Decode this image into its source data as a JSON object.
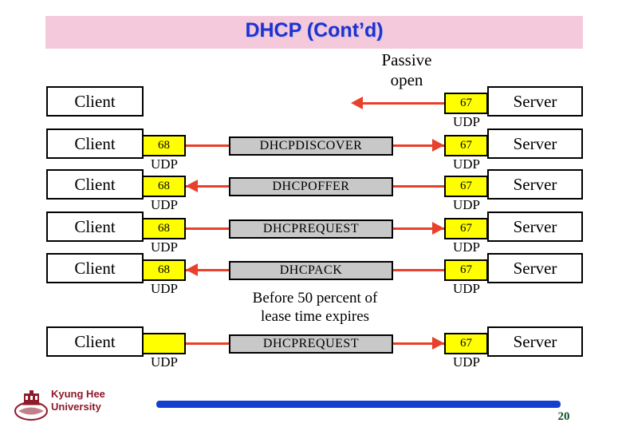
{
  "slide": {
    "title": "DHCP (Cont’d)",
    "title_color": "#2031d0",
    "title_band_color": "#f4c9dc"
  },
  "diagram": {
    "client_label": "Client",
    "server_label": "Server",
    "udp_label": "UDP",
    "client_port": "68",
    "server_port": "67",
    "arrow_color": "#e8402a",
    "port_box_color": "#ffff00",
    "message_box_color": "#c8c8c8",
    "rows": [
      {
        "name": "passive-open",
        "client_label": "Client",
        "client_port": "",
        "client_udp": "",
        "message": "",
        "direction": "passive-left",
        "server_port": "67",
        "server_udp": "UDP",
        "server_label": "Server"
      },
      {
        "name": "dhcpdiscover",
        "client_label": "Client",
        "client_port": "68",
        "client_udp": "UDP",
        "message": "DHCPDISCOVER",
        "direction": "right",
        "server_port": "67",
        "server_udp": "UDP",
        "server_label": "Server"
      },
      {
        "name": "dhcpoffer",
        "client_label": "Client",
        "client_port": "68",
        "client_udp": "UDP",
        "message": "DHCPOFFER",
        "direction": "left",
        "server_port": "67",
        "server_udp": "UDP",
        "server_label": "Server"
      },
      {
        "name": "dhcprequest",
        "client_label": "Client",
        "client_port": "68",
        "client_udp": "UDP",
        "message": "DHCPREQUEST",
        "direction": "right",
        "server_port": "67",
        "server_udp": "UDP",
        "server_label": "Server"
      },
      {
        "name": "dhcpack",
        "client_label": "Client",
        "client_port": "68",
        "client_udp": "UDP",
        "message": "DHCPACK",
        "direction": "left",
        "server_port": "67",
        "server_udp": "UDP",
        "server_label": "Server"
      },
      {
        "name": "dhcprequest-renew",
        "client_label": "Client",
        "client_port": "",
        "client_udp": "UDP",
        "message": "DHCPREQUEST",
        "direction": "right",
        "server_port": "67",
        "server_udp": "UDP",
        "server_label": "Server"
      }
    ],
    "annotations": {
      "passive_open": "Passive\nopen",
      "lease_renewal": "Before 50 percent of\nlease time expires"
    }
  },
  "footer": {
    "logo_line1": "Kyung Hee",
    "logo_line2": "University",
    "logo_color": "#8f1a2a",
    "bar_color": "#1540cf",
    "page_number": "20"
  }
}
